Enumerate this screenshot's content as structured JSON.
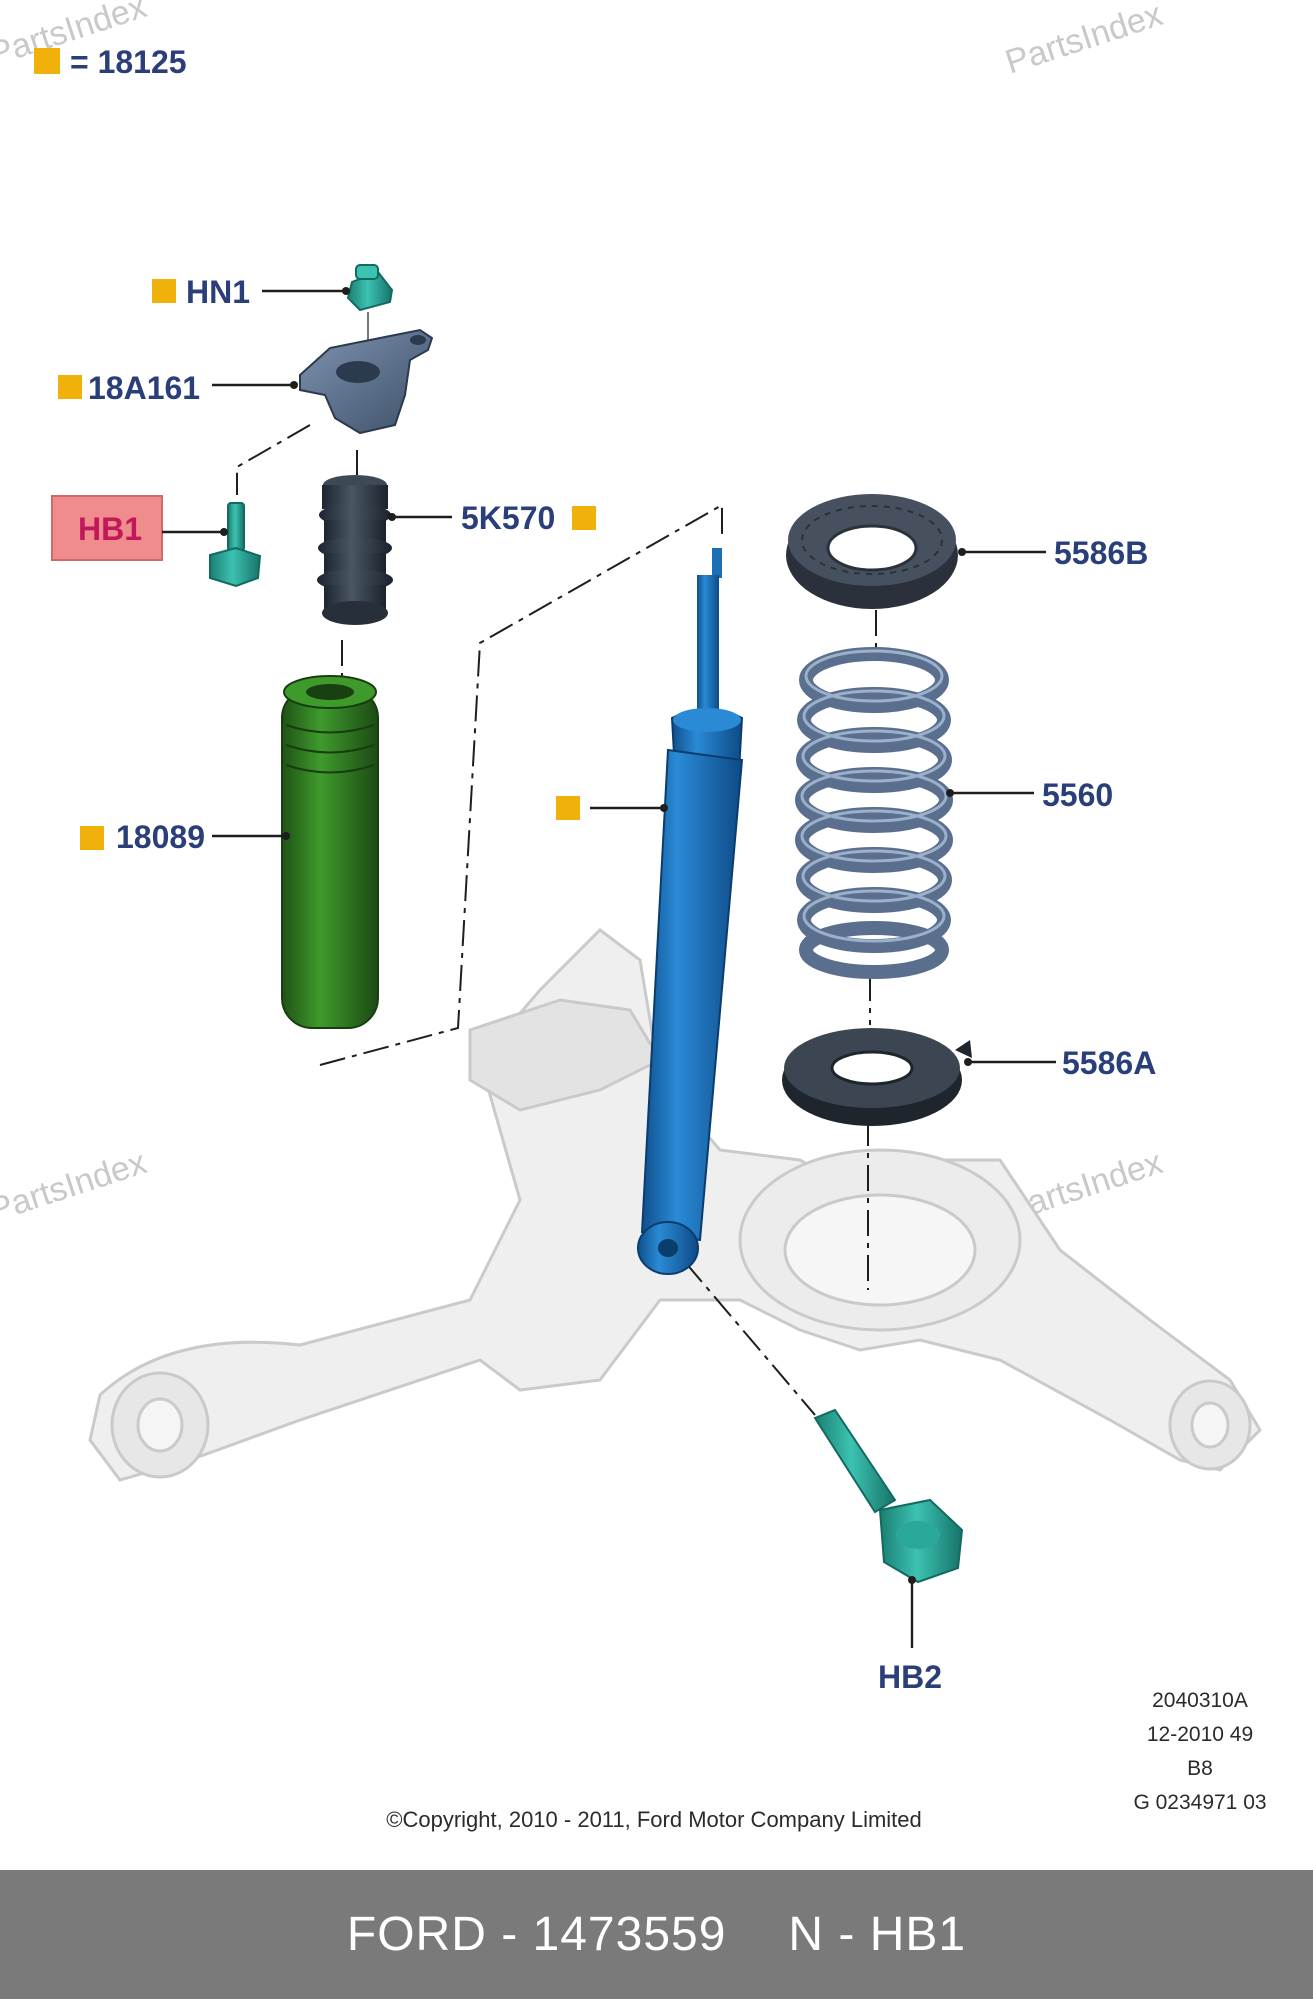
{
  "watermark": "PartsIndex",
  "legend": {
    "key": "= 18125"
  },
  "callouts": {
    "hn1": "HN1",
    "part_18a161": "18A161",
    "hb1": "HB1",
    "part_5k570": "5K570",
    "part_18089": "18089",
    "part_5586b": "5586B",
    "part_5560": "5560",
    "part_5586a": "5586A",
    "hb2": "HB2"
  },
  "colors": {
    "highlight_box": "#f08c8c",
    "highlight_text": "#c0185a",
    "callout_text": "#2a3f7a",
    "marker": "#f0b10a",
    "shock_absorber": "#1b6fb4",
    "dust_boot": "#2f7a22",
    "bolt": "#2aa89a",
    "spring": "#5a6f8e",
    "footer_bg": "#7a7a7a"
  },
  "drawing_info": {
    "line1": "2040310A",
    "line2": "12-2010 49",
    "line3": "B8",
    "line4": "G 0234971 03"
  },
  "copyright": "©Copyright, 2010 - 2011, Ford Motor Company Limited",
  "footer": {
    "brand_part": "FORD - 1473559",
    "ref": "N - HB1"
  }
}
